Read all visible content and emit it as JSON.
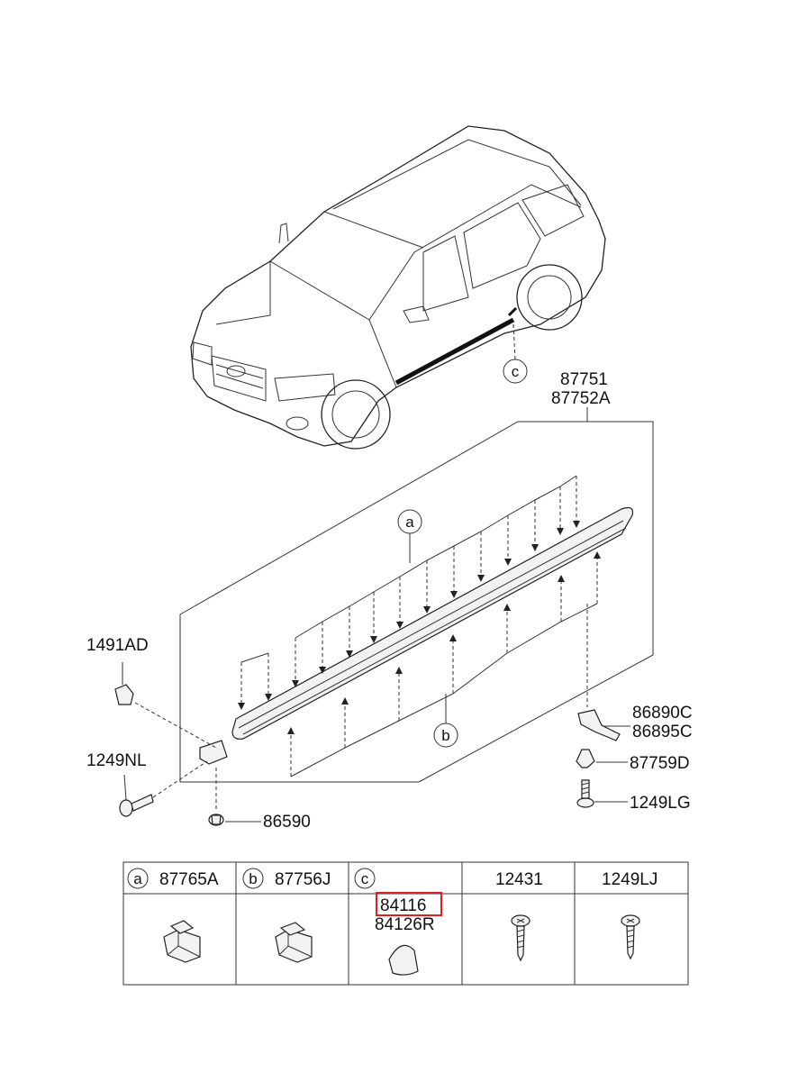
{
  "labels": {
    "molding_1": "87751",
    "molding_2": "87752A",
    "clip_top": "1491AD",
    "screw_left": "1249NL",
    "bracket_1": "86890C",
    "bracket_2": "86895C",
    "clip_right": "87759D",
    "screw_right": "1249LG",
    "grommet": "86590"
  },
  "callouts": {
    "a": "a",
    "b": "b",
    "c": "c"
  },
  "table": {
    "headers": [
      {
        "letter": "a",
        "part": "87765A"
      },
      {
        "letter": "b",
        "part": "87756J"
      },
      {
        "letter": "c",
        "part": ""
      },
      {
        "letter": "",
        "part": "12431"
      },
      {
        "letter": "",
        "part": "1249LJ"
      }
    ],
    "cell_c_line1": "84116",
    "cell_c_line2": "84126R"
  },
  "colors": {
    "highlight": "#e0201c",
    "line": "#222222"
  }
}
